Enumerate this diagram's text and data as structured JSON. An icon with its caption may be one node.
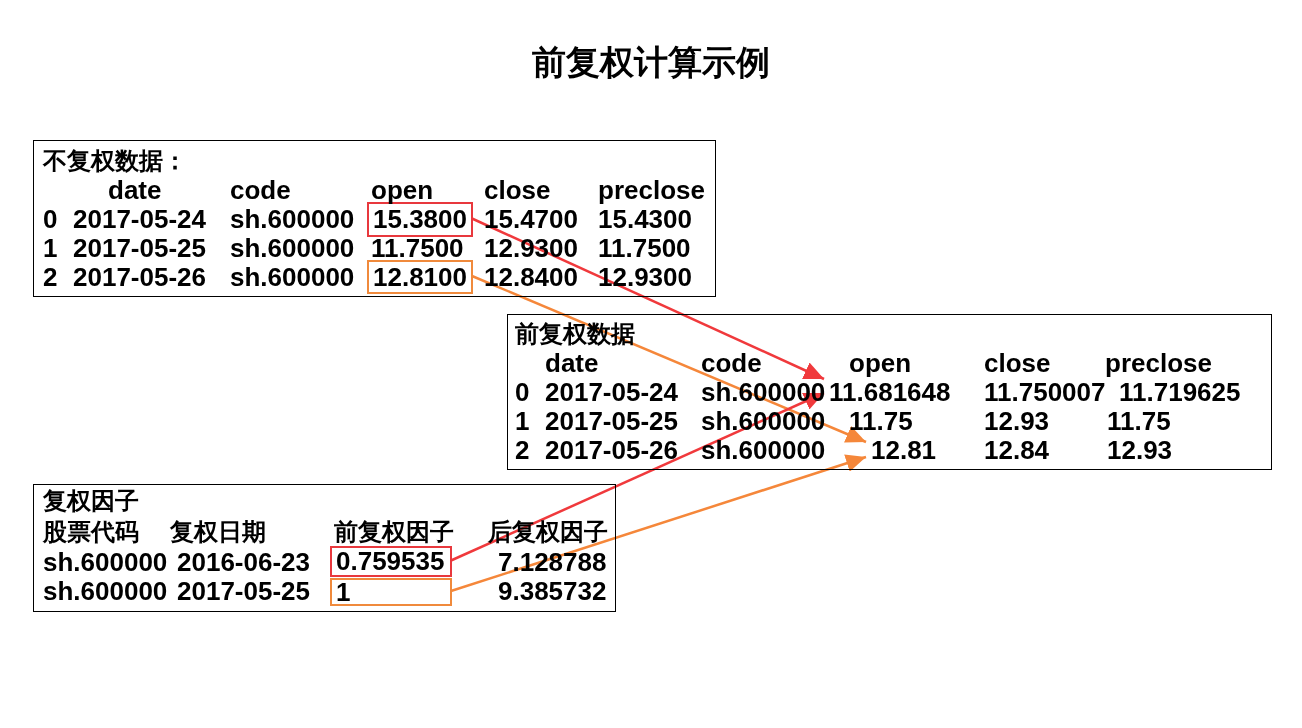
{
  "diagram": {
    "title": "前复权计算示例",
    "nodes": [
      {
        "text": [
          "不复权数据："
        ]
      },
      {
        "text": [
          "15.3800"
        ],
        "in": 0
      },
      {
        "text": [
          "12.8100"
        ],
        "in": 0
      },
      {
        "text": [
          "前复权数据"
        ]
      },
      {
        "text": [
          "11.681648"
        ],
        "in": 3
      },
      {
        "text": [
          "12.81"
        ],
        "in": 3
      },
      {
        "text": [
          "复权因子"
        ]
      },
      {
        "text": [
          "0.759535"
        ],
        "in": 6
      },
      {
        "text": [
          "1"
        ],
        "in": 6
      }
    ],
    "edges": [
      {
        "from": 1,
        "to": 4,
        "arrow": "to",
        "color": "#f0393c"
      },
      {
        "from": 2,
        "to": 5,
        "arrow": "to",
        "color": "#f5873a"
      },
      {
        "from": 7,
        "to": 4,
        "arrow": "to",
        "color": "#f0393c"
      },
      {
        "from": 8,
        "to": 5,
        "arrow": "to",
        "color": "#f5873a"
      }
    ],
    "labels": [
      "date",
      "code",
      "open",
      "close",
      "preclose",
      "0",
      "2017-05-24",
      "sh.600000",
      "15.4700",
      "15.4300",
      "1",
      "2017-05-25",
      "sh.600000",
      "11.7500",
      "12.9300",
      "11.7500",
      "2",
      "2017-05-26",
      "sh.600000",
      "12.8400",
      "12.9300",
      "date",
      "code",
      "open",
      "close",
      "preclose",
      "0",
      "2017-05-24",
      "sh.600000",
      "11.750007",
      "11.719625",
      "1",
      "2017-05-25",
      "sh.600000",
      "11.75",
      "12.93",
      "11.75",
      "2",
      "2017-05-26",
      "sh.600000",
      "12.84",
      "12.93",
      "股票代码",
      "复权日期",
      "前复权因子",
      "后复权因子",
      "sh.600000",
      "2016-06-23",
      "7.128788",
      "sh.600000",
      "2017-05-25",
      "9.385732"
    ]
  }
}
